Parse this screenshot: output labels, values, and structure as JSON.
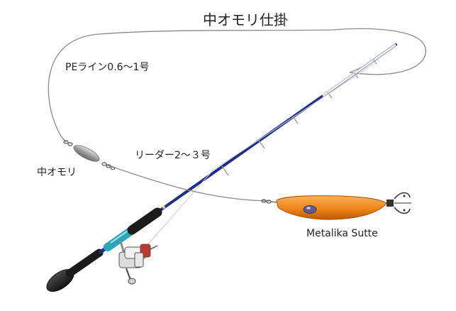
{
  "diagram": {
    "title": "中オモリ仕掛",
    "labels": {
      "main_line": "PEライン0.6〜1号",
      "leader": "リーダー2〜３号",
      "sinker": "中オモリ",
      "lure": "Metalika Sutte"
    },
    "colors": {
      "rod_blank": "#1c2f8a",
      "rod_tip": "#f3f3f3",
      "grip": "#1b1b1b",
      "reel_seat": "#2aa6b8",
      "lure_body": "#f28a1a",
      "sinker": "#9a9a9a",
      "line": "#8a8a8a"
    }
  }
}
